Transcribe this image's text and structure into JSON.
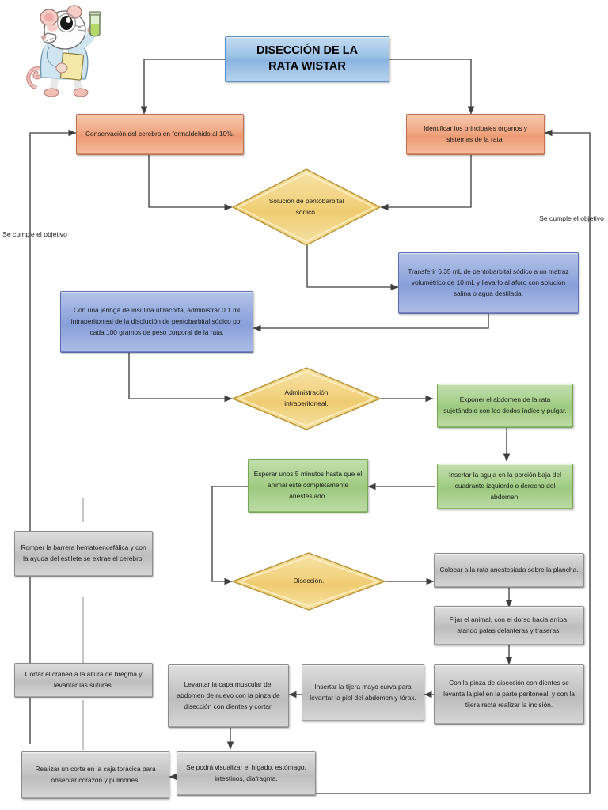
{
  "title_node": {
    "line1": "DISECCIÓN DE LA",
    "line2": "RATA WISTAR"
  },
  "nodes": {
    "conservacion_cerebro": "Conservación del cerebro en formaldehido al 10%.",
    "identificar_organos": "Identificar los principales órganos y sistemas de la rata.",
    "solucion_pentobarbital": "Solución de pentobarbital sódico.",
    "transferir_pentobarbital": "Transferir 6.35 mL de pentobarbital sódico a un matraz volumétrico de 10 mL y llevarlo al aforo con solución salina o agua destilada.",
    "jeringa_insulina": "Con una jeringa de insulina ultracorta, administrar 0.1 ml intraperitoneal de la disolución de pentobarbital sódico por cada 100 gramos de peso corporal de la rata.",
    "administracion_intraperitoneal": "Administración intraperitoneal.",
    "exponer_abdomen": "Exponer el abdomen de la rata sujetándolo con los dedos índice y pulgar.",
    "insertar_aguja": "Insertar la aguja en la porción baja del cuadrante izquierdo o derecho del abdomen.",
    "esperar_minutos": "Esperar unos 5 minutos hasta que el animal esté completamente anestesiado.",
    "diseccion": "Disección.",
    "colocar_rata": "Colocar a la rata anestesiada sobre la plancha.",
    "fijar_animal": "Fijar el animal, con el dorso hacia arriba, atando patas delanteras y traseras.",
    "pinza_diseccion": "Con la pinza de disección con dientes se levanta la piel en la parte peritoneal, y con la tijera recta realizar la incisión.",
    "tijera_mayo": "Insertar la tijera mayo curva para levantar la piel del abdomen y tórax.",
    "levantar_capa": "Levantar la capa muscular del abdomen de nuevo con la pinza de disección con dientes y cortar.",
    "visualizar_organos": "Se podrá visualizar el hígado, estómago, intestinos, diafragma.",
    "corte_caja_toracica": "Realizar un corte en la caja torácica para observar corazón y pulmones.",
    "romper_barrera": "Romper la barrera hematoencefálica y con la ayuda del estilete se extrae el cerebro.",
    "cortar_craneo": "Cortar el cráneo a la altura de bregma y levantar las suturas."
  },
  "labels": {
    "left_objective": "Se cumple el objetivo",
    "right_objective": "Se cumple el objetivo"
  },
  "colors": {
    "title": "#9dc3e6",
    "salmon": "#ec9a72",
    "yellow": "#f2d27f",
    "blue": "#889fd8",
    "green": "#9ec980",
    "gray": "#bdbdbd",
    "line": "#3f3f3f"
  },
  "illustration": {
    "name": "lab-rat-scientist-illustration"
  }
}
